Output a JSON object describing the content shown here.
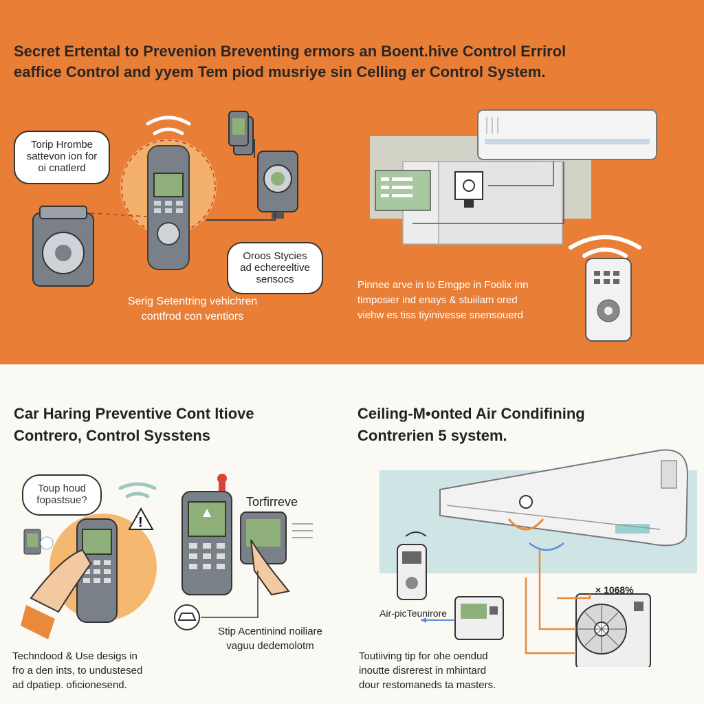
{
  "top_panel": {
    "title_line1": "Secret  Ertental to Prevenion Breventing ermors an Boent.hive Control Errirol",
    "title_line2": "eaffice Control and yyem Tem piod musriye sin Celling  er Control System.",
    "bubble_left": [
      "Torip Hrombe",
      "sattevon ion for",
      "oi cnatlerd"
    ],
    "bubble_sensors": [
      "Oroos Stycies",
      "ad echereeltive",
      "sensocs"
    ],
    "caption_left": [
      "Serig Setentring vehichren",
      "contfrod con ventiors"
    ],
    "caption_right": [
      "Pinnee arve in to Emgpe in Foolix inn",
      "timposier ind enays & stuiilam ored",
      "viehw es tiss tiyinivesse snensouerd"
    ]
  },
  "bottom_left": {
    "title_line1": "Car Haring Preventive Cont ltiove",
    "title_line2": "Contrero, Control Sysstens",
    "bubble": [
      "Toup houd",
      "fopastsue?"
    ],
    "side_label": "Torfirreve",
    "stop_label": [
      "Stip Acentinind noiliare",
      "vaguu dedemolotm"
    ],
    "caption": [
      "Techndood & Use desigs in",
      "fro a den ints, to undustesed",
      "ad dpatiep. oficionesend."
    ]
  },
  "bottom_right": {
    "title_line1": "Ceiling-M•onted Air Condifining",
    "title_line2": "Contrerien 5 system.",
    "percent_label": "× 1068%",
    "unit_label": "Air-picTeunirore",
    "caption": [
      "Toutiiving tip for ohe oendud",
      "inoutte disrerest in mhintard",
      "dour restomaneds ta masters."
    ]
  },
  "colors": {
    "orange_bg": "#E97F37",
    "light_bg": "#FBF9F4",
    "device_gray": "#7A8088",
    "screen_green": "#8FB07A",
    "accent_orange": "#E98A3A"
  }
}
